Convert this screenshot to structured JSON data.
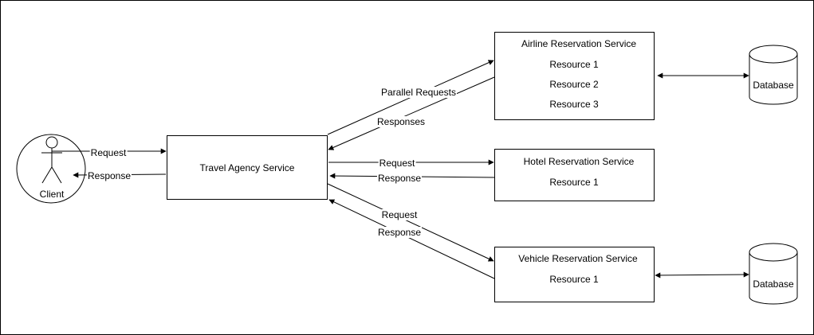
{
  "actors": {
    "client": "Client"
  },
  "services": {
    "travel": {
      "title": "Travel Agency Service"
    },
    "airline": {
      "title": "Airline Reservation Service",
      "resources": [
        "Resource 1",
        "Resource 2",
        "Resource 3"
      ]
    },
    "hotel": {
      "title": "Hotel Reservation Service",
      "resources": [
        "Resource 1"
      ]
    },
    "vehicle": {
      "title": "Vehicle Reservation Service",
      "resources": [
        "Resource 1"
      ]
    }
  },
  "databases": {
    "airline_db": "Database",
    "vehicle_db": "Database"
  },
  "edges": {
    "client_request": "Request",
    "client_response": "Response",
    "airline_request": "Parallel Requests",
    "airline_response": "Responses",
    "hotel_request": "Request",
    "hotel_response": "Response",
    "vehicle_request": "Request",
    "vehicle_response": "Response"
  }
}
